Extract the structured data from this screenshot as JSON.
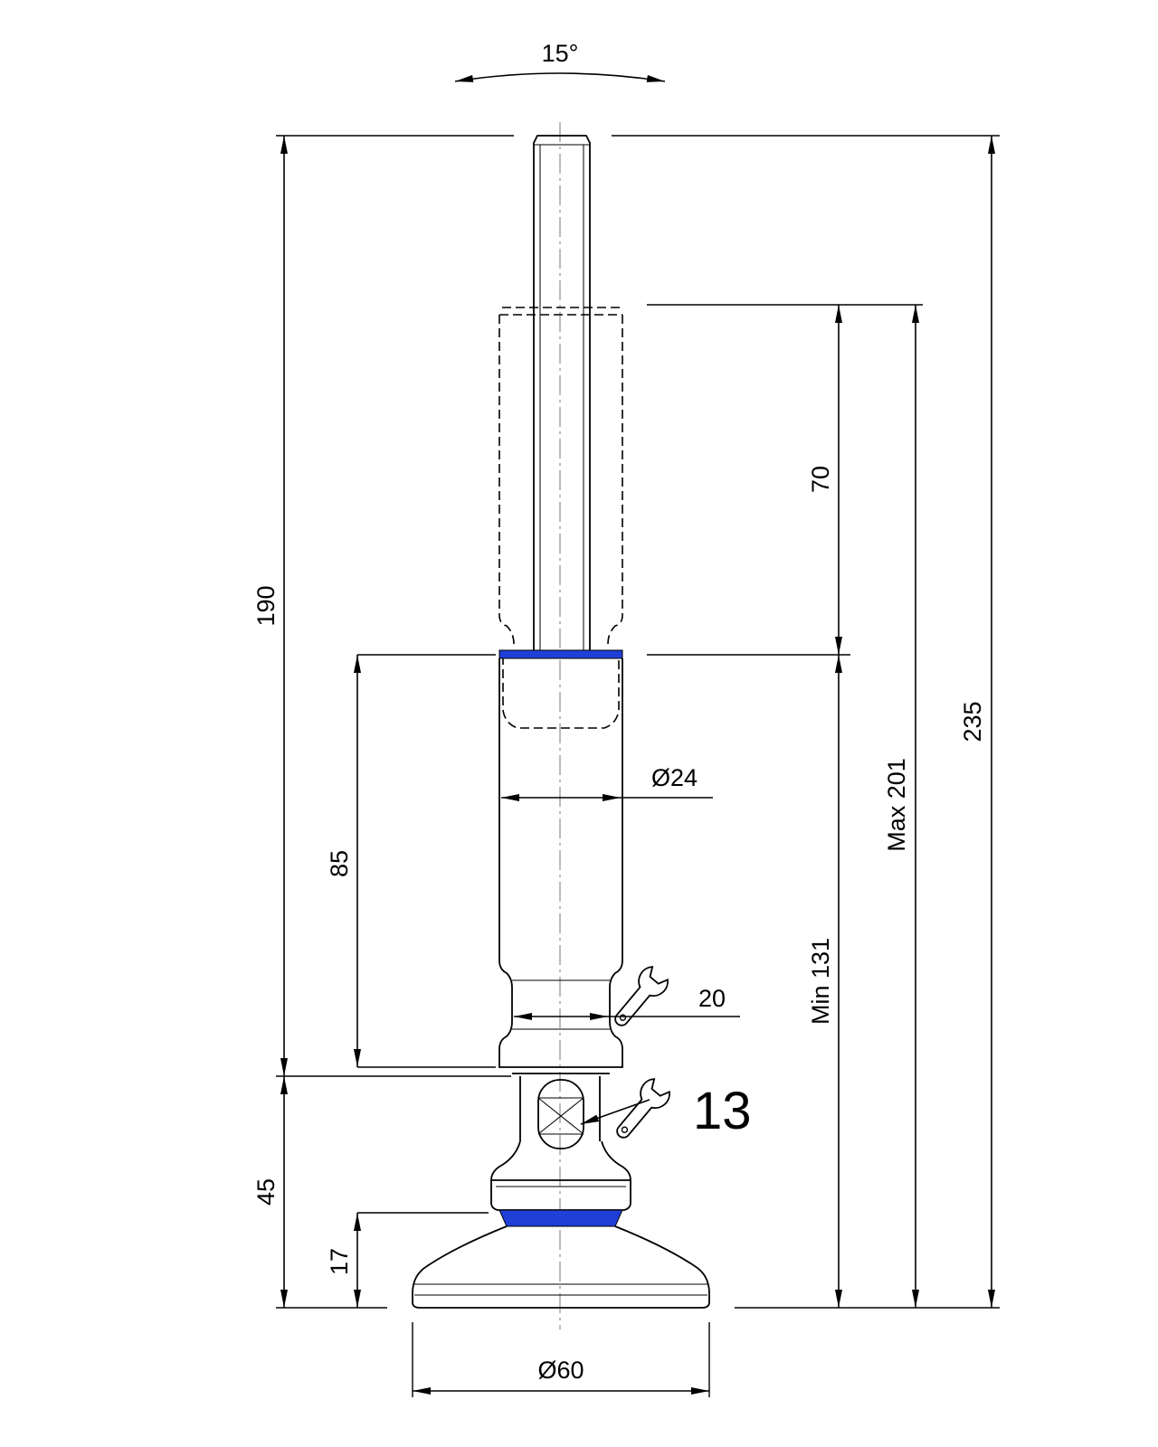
{
  "dimensions": {
    "angle": "15°",
    "total_height": "190",
    "upper_stroke": "70",
    "body_height": "85",
    "base_height": "45",
    "foot_height": "17",
    "body_diameter": "Ø24",
    "base_diameter": "Ø60",
    "wrench_flats_body": "20",
    "wrench_flats_hex": "13",
    "min_height": "Min 131",
    "max_height": "Max 201",
    "overall_height": "235"
  },
  "colors": {
    "accent_blue": "#1f3fd6",
    "line": "#000000"
  },
  "icons": [
    "wrench-icon",
    "wrench-icon"
  ]
}
